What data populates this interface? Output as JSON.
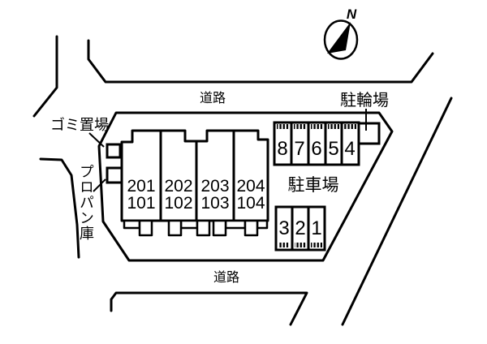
{
  "title": "site-layout-plan",
  "compass": {
    "north_label": "N"
  },
  "roads": {
    "top_label": "道路",
    "bottom_label": "道路"
  },
  "building": {
    "units": [
      {
        "upper": "201",
        "lower": "101"
      },
      {
        "upper": "202",
        "lower": "102"
      },
      {
        "upper": "203",
        "lower": "103"
      },
      {
        "upper": "204",
        "lower": "104"
      }
    ]
  },
  "parking": {
    "label": "駐車場",
    "upper_row": [
      "8",
      "7",
      "6",
      "5",
      "4"
    ],
    "lower_row": [
      "3",
      "2",
      "1"
    ]
  },
  "bicycle": {
    "label": "駐輪場"
  },
  "facilities": {
    "garbage_label": "ゴミ置場",
    "propane_label": "プロパン庫"
  },
  "colors": {
    "line": "#000000",
    "background": "#ffffff"
  }
}
